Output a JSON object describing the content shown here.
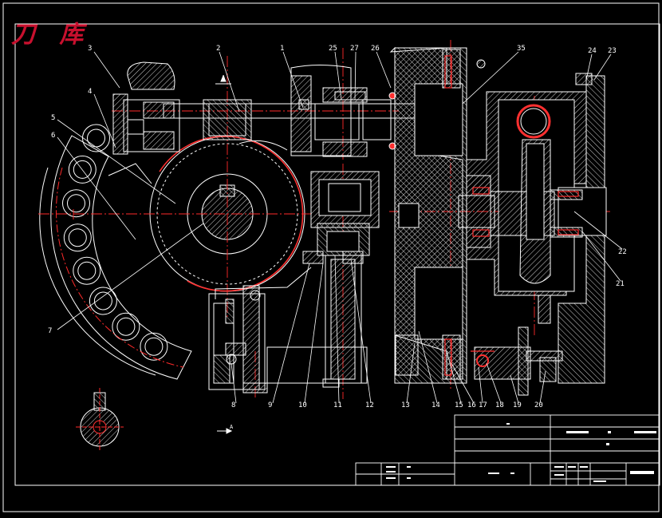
{
  "drawing": {
    "title": "刀 库",
    "section_mark": "A",
    "colors": {
      "background": "#000000",
      "line": "#ffffff",
      "centerline": "#ff2a2a",
      "title": "#c8102e",
      "hatch": "#d0d0d0",
      "accent": "#ff3030"
    },
    "part_labels": [
      {
        "id": "p1",
        "text": "1"
      },
      {
        "id": "p2",
        "text": "2"
      },
      {
        "id": "p3",
        "text": "3"
      },
      {
        "id": "p4",
        "text": "4"
      },
      {
        "id": "p5",
        "text": "5"
      },
      {
        "id": "p6",
        "text": "6"
      },
      {
        "id": "p7",
        "text": "7"
      },
      {
        "id": "p8",
        "text": "8"
      },
      {
        "id": "p9",
        "text": "9"
      },
      {
        "id": "p10",
        "text": "10"
      },
      {
        "id": "p11",
        "text": "11"
      },
      {
        "id": "p12",
        "text": "12"
      },
      {
        "id": "p13",
        "text": "13"
      },
      {
        "id": "p14",
        "text": "14"
      },
      {
        "id": "p15",
        "text": "15"
      },
      {
        "id": "p16",
        "text": "16"
      },
      {
        "id": "p17",
        "text": "17"
      },
      {
        "id": "p18",
        "text": "18"
      },
      {
        "id": "p19",
        "text": "19"
      },
      {
        "id": "p20",
        "text": "20"
      },
      {
        "id": "p21",
        "text": "21"
      },
      {
        "id": "p22",
        "text": "22"
      },
      {
        "id": "p23",
        "text": "23"
      },
      {
        "id": "p24",
        "text": "24"
      },
      {
        "id": "p25",
        "text": "25"
      },
      {
        "id": "p26",
        "text": "26"
      },
      {
        "id": "p27",
        "text": "27"
      },
      {
        "id": "p35",
        "text": "35"
      }
    ]
  }
}
